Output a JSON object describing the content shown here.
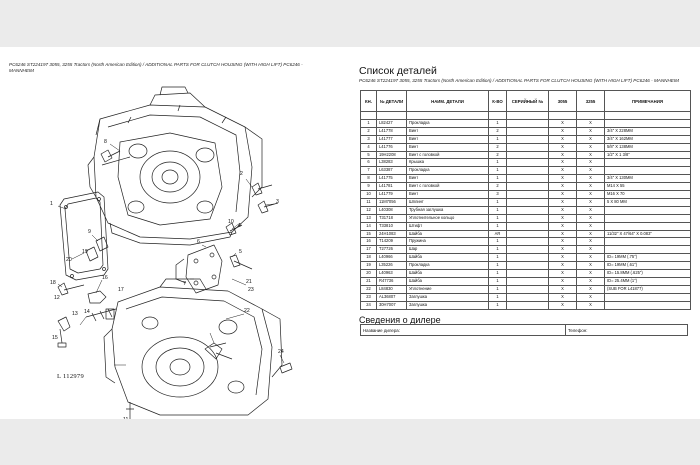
{
  "left": {
    "title": "PC6246 ST224197 3055, 3255 Tractors (North American Edition) / ADDITIONAL PARTS FOR CLUTCH HOUSING (WITH HIGH LIFT) PC6246 - MANNHEIM",
    "figure_id": "L 112979",
    "callouts": [
      "1",
      "2",
      "3",
      "4",
      "5",
      "6",
      "7",
      "8",
      "9",
      "10",
      "11",
      "12",
      "13",
      "14",
      "15",
      "16",
      "17",
      "18",
      "19",
      "20",
      "21",
      "22",
      "23",
      "24"
    ]
  },
  "right": {
    "heading": "Список деталей",
    "subtitle": "PC6246 ST224197 3055, 3255 Tractors (North American Edition) / ADDITIONAL PARTS FOR CLUTCH HOUSING (WITH HIGH LIFT) PC6246 - MANNHEIM",
    "columns": [
      "КН.",
      "№ ДЕТАЛИ",
      "НАИМ. ДЕТАЛИ",
      "К-ВО",
      "СЕРИЙНЫЙ №",
      "3055",
      "3255",
      "ПРИМЕЧАНИЯ"
    ],
    "rows": [
      [
        "",
        "",
        "",
        "",
        "",
        "",
        "",
        ""
      ],
      [
        "1",
        "L82427",
        "Прокладка",
        "1",
        "",
        "X",
        "X",
        ""
      ],
      [
        "2",
        "L41778",
        "Винт",
        "2",
        "",
        "X",
        "X",
        "3/4\" X 228MM"
      ],
      [
        "3",
        "L41777",
        "Винт",
        "1",
        "",
        "X",
        "X",
        "3/4\" X 162MM"
      ],
      [
        "4",
        "L41776",
        "Винт",
        "2",
        "",
        "X",
        "X",
        "5/8\" X 138MM"
      ],
      [
        "5",
        "19H2208",
        "Винт с головкой",
        "2",
        "",
        "X",
        "X",
        "1/2\" X 1 3/8\""
      ],
      [
        "6",
        "L38283",
        "Крышка",
        "1",
        "",
        "X",
        "X",
        ""
      ],
      [
        "7",
        "L63387",
        "Прокладка",
        "1",
        "",
        "X",
        "X",
        ""
      ],
      [
        "8",
        "L41775",
        "Винт",
        "1",
        "",
        "X",
        "X",
        "3/4\" X 130MM"
      ],
      [
        "9",
        "L41781",
        "Винт с головкой",
        "2",
        "",
        "X",
        "X",
        "M14 X 55"
      ],
      [
        "10",
        "L41779",
        "Винт",
        "3",
        "",
        "X",
        "X",
        "M16 X 70"
      ],
      [
        "11",
        "11M7056",
        "Шплинт",
        "1",
        "",
        "X",
        "X",
        "5 X 80 MM"
      ],
      [
        "12",
        "L40308",
        "Трубная заглушка",
        "1",
        "",
        "X",
        "X",
        ""
      ],
      [
        "13",
        "T31718",
        "Уплотнительное кольцо",
        "1",
        "",
        "X",
        "X",
        ""
      ],
      [
        "14",
        "T33810",
        "Штифт",
        "1",
        "",
        "X",
        "X",
        ""
      ],
      [
        "15",
        "24H1083",
        "Шайба",
        "AR",
        "",
        "X",
        "X",
        "11/32\" X 47/64\" X 0.083\""
      ],
      [
        "16",
        "T14209",
        "Пружина",
        "1",
        "",
        "X",
        "X",
        ""
      ],
      [
        "17",
        "T27726",
        "Шар",
        "1",
        "",
        "X",
        "X",
        ""
      ],
      [
        "18",
        "L40966",
        "Шайба",
        "1",
        "",
        "X",
        "X",
        "ID= 19MM (.75\")"
      ],
      [
        "19",
        "L35226",
        "Прокладка",
        "1",
        "",
        "X",
        "X",
        "ID= 19MM (.61\")"
      ],
      [
        "20",
        "L40963",
        "Шайба",
        "1",
        "",
        "X",
        "X",
        "ID= 15.8MM (.625\")"
      ],
      [
        "21",
        "R47736",
        "Шайба",
        "1",
        "",
        "X",
        "X",
        "ID= 25.4MM (1\")"
      ],
      [
        "22",
        "L84830",
        "Уплотнение",
        "1",
        "",
        "X",
        "X",
        "(SUB FOR L41877)"
      ],
      [
        "23",
        "AL36807",
        "Заглушка",
        "1",
        "",
        "X",
        "X",
        ""
      ],
      [
        "24",
        "30H7007",
        "Заглушка",
        "1",
        "",
        "X",
        "X",
        ""
      ]
    ],
    "dealer": {
      "heading": "Сведения о дилере",
      "name_label": "Название дилера:",
      "phone_label": "Телефон:"
    }
  }
}
